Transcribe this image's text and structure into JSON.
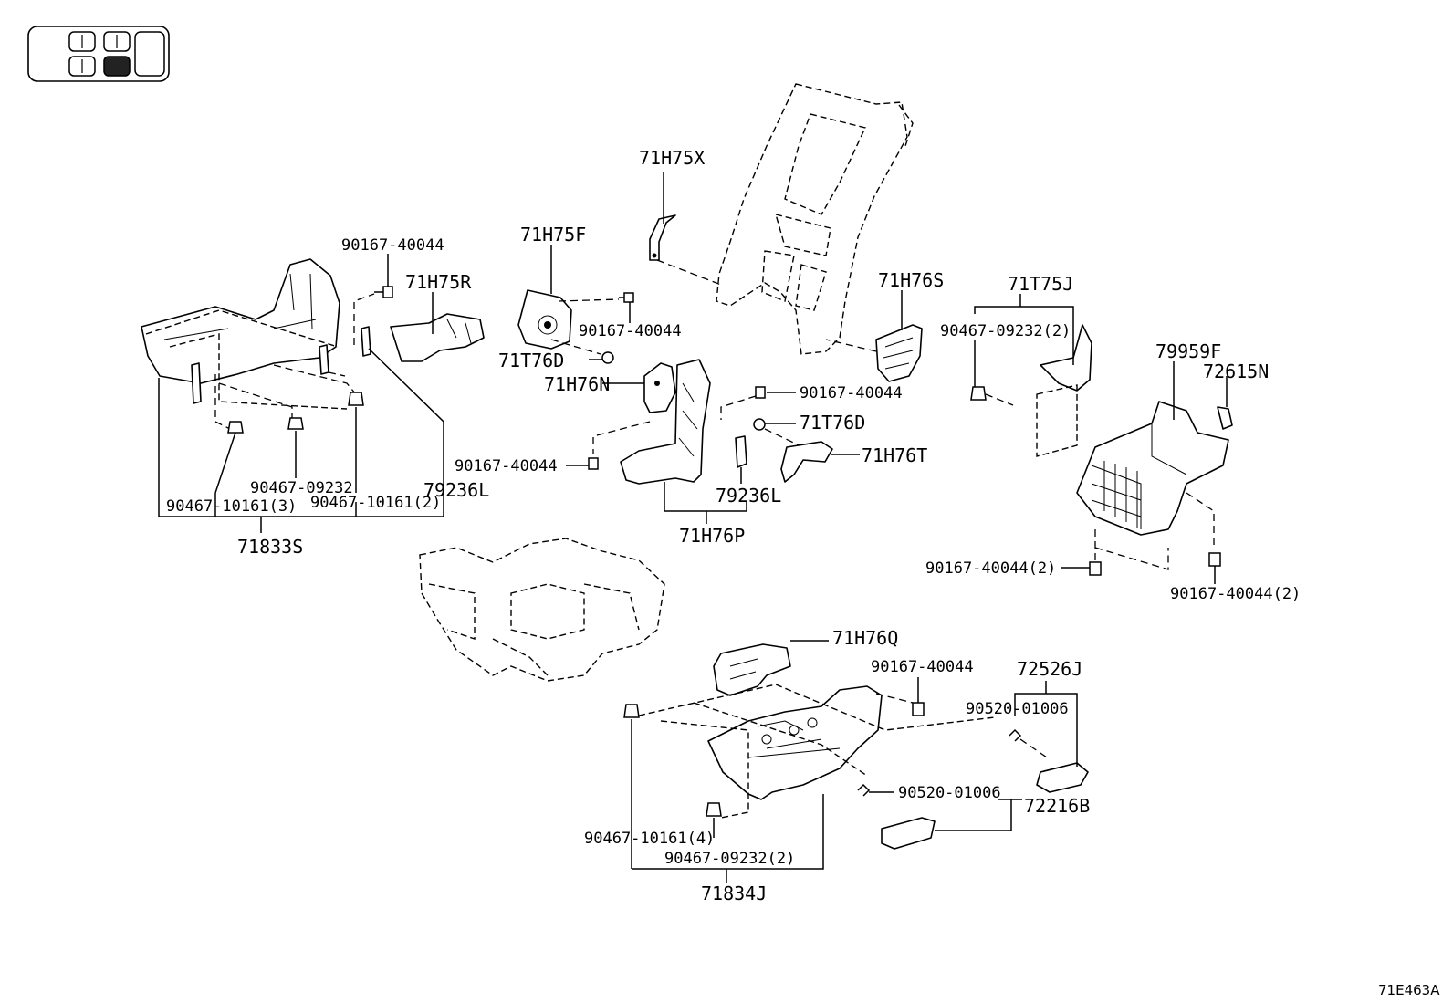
{
  "diagram_code": "71E463A",
  "labels": {
    "l_71H75X": "71H75X",
    "l_71H75F": "71H75F",
    "l_90167_40044_a": "90167-40044",
    "l_71H75R": "71H75R",
    "l_90167_40044_b": "90167-40044",
    "l_71T76D_a": "71T76D",
    "l_71H76N": "71H76N",
    "l_71H76S": "71H76S",
    "l_71T75J": "71T75J",
    "l_90467_09232_2_a": "90467-09232(2)",
    "l_79959F": "79959F",
    "l_72615N": "72615N",
    "l_90167_40044_c": "90167-40044",
    "l_71T76D_b": "71T76D",
    "l_71H76T": "71H76T",
    "l_90167_40044_d": "90167-40044",
    "l_79236L_a": "79236L",
    "l_79236L_b": "79236L",
    "l_71H76P": "71H76P",
    "l_90467_09232": "90467-09232",
    "l_90467_10161_3": "90467-10161(3)",
    "l_90467_10161_2": "90467-10161(2)",
    "l_71833S": "71833S",
    "l_90167_40044_2_a": "90167-40044(2)",
    "l_90167_40044_2_b": "90167-40044(2)",
    "l_71H76Q": "71H76Q",
    "l_90167_40044_e": "90167-40044",
    "l_72526J": "72526J",
    "l_90520_01006_a": "90520-01006",
    "l_90520_01006_b": "90520-01006",
    "l_72216B": "72216B",
    "l_90467_10161_4": "90467-10161(4)",
    "l_90467_09232_2_b": "90467-09232(2)",
    "l_71834J": "71834J"
  }
}
